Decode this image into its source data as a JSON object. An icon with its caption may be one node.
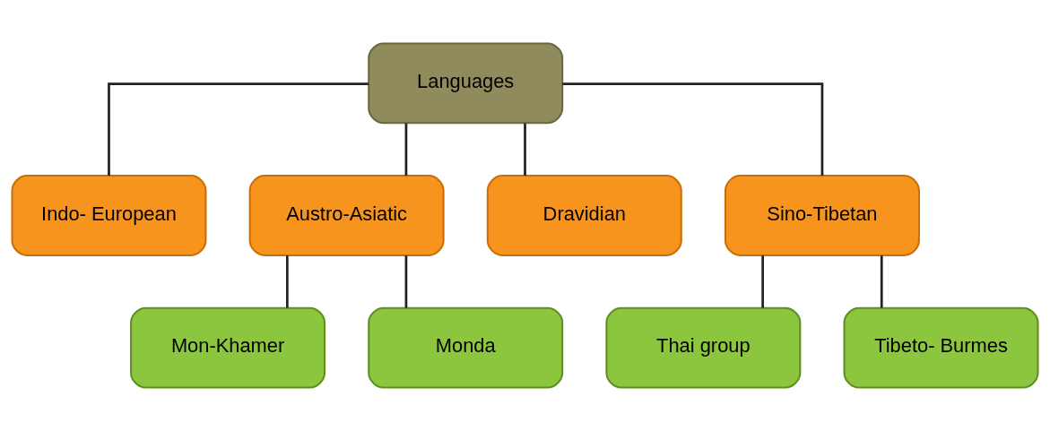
{
  "diagram": {
    "nodes": [
      {
        "text": [
          "Languages"
        ]
      },
      {
        "text": [
          "Indo- European"
        ]
      },
      {
        "text": [
          "Austro-Asiatic"
        ]
      },
      {
        "text": [
          "Dravidian"
        ]
      },
      {
        "text": [
          "Sino-Tibetan"
        ]
      },
      {
        "text": [
          "Mon-Khamer"
        ]
      },
      {
        "text": [
          "Monda"
        ]
      },
      {
        "text": [
          "Thai group"
        ]
      },
      {
        "text": [
          "Tibeto- Burmes"
        ]
      }
    ],
    "edges": [
      {
        "from": 0,
        "to": 1,
        "arrow": "none"
      },
      {
        "from": 0,
        "to": 2,
        "arrow": "none"
      },
      {
        "from": 0,
        "to": 3,
        "arrow": "none"
      },
      {
        "from": 0,
        "to": 4,
        "arrow": "none"
      },
      {
        "from": 2,
        "to": 5,
        "arrow": "none"
      },
      {
        "from": 2,
        "to": 6,
        "arrow": "none"
      },
      {
        "from": 4,
        "to": 7,
        "arrow": "none"
      },
      {
        "from": 4,
        "to": 8,
        "arrow": "none"
      }
    ]
  }
}
